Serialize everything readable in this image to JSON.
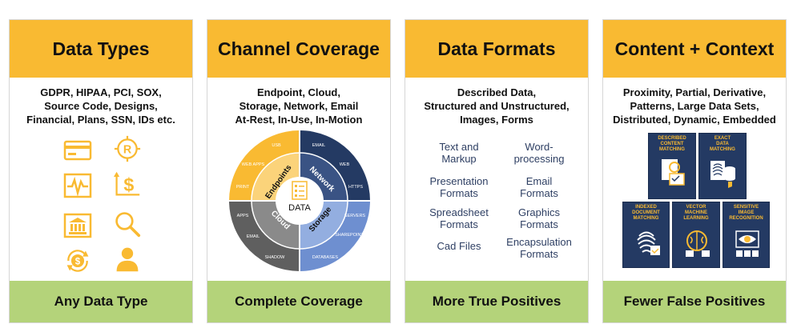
{
  "columns": [
    {
      "title": "Data Types",
      "description": [
        "GDPR, HIPAA, PCI, SOX,",
        "Source Code, Designs,",
        "Financial, Plans, SSN, IDs etc."
      ],
      "footer": "Any Data Type",
      "icons": [
        "credit-card-icon",
        "registered-target-icon",
        "heartbeat-monitor-icon",
        "dollar-growth-icon",
        "bank-icon",
        "magnifier-icon",
        "dollar-cycle-icon",
        "person-icon"
      ]
    },
    {
      "title": "Channel Coverage",
      "description": [
        "Endpoint, Cloud,",
        "Storage, Network, Email",
        "At-Rest, In-Use, In-Motion"
      ],
      "footer": "Complete Coverage",
      "wheel": {
        "center": "DATA",
        "quadrants": [
          {
            "name": "Endpoints",
            "items": [
              "USB",
              "WEB APPS",
              "PRINT"
            ]
          },
          {
            "name": "Network",
            "items": [
              "EMAIL",
              "WEB",
              "HTTPS"
            ]
          },
          {
            "name": "Cloud",
            "items": [
              "APPS",
              "EMAIL",
              "SHADOW"
            ]
          },
          {
            "name": "Storage",
            "items": [
              "SERVERS",
              "SHAREPOINT",
              "DATABASES"
            ]
          }
        ]
      }
    },
    {
      "title": "Data Formats",
      "description": [
        "Described Data,",
        "Structured and Unstructured,",
        "Images, Forms"
      ],
      "footer": "More True Positives",
      "formats_left": [
        [
          "Text and",
          "Markup"
        ],
        [
          "Presentation",
          "Formats"
        ],
        [
          "Spreadsheet",
          "Formats"
        ],
        [
          "Cad Files"
        ]
      ],
      "formats_right": [
        [
          "Word-",
          "processing"
        ],
        [
          "Email",
          "Formats"
        ],
        [
          "Graphics",
          "Formats"
        ],
        [
          "Encapsulation",
          "Formats"
        ]
      ]
    },
    {
      "title": "Content + Context",
      "description": [
        "Proximity, Partial, Derivative,",
        "Patterns, Large Data Sets,",
        "Distributed, Dynamic, Embedded"
      ],
      "footer": "Fewer False Positives",
      "cards": [
        [
          "DESCRIBED",
          "CONTENT",
          "MATCHING"
        ],
        [
          "EXACT",
          "DATA",
          "MATCHING"
        ],
        [
          "INDEXED",
          "DOCUMENT",
          "MATCHING"
        ],
        [
          "VECTOR",
          "MACHINE",
          "LEARNING"
        ],
        [
          "SENSITIVE",
          "IMAGE",
          "RECOGNITION"
        ]
      ]
    }
  ],
  "colors": {
    "header": "#F9BA32",
    "footer": "#B4D37A",
    "navy": "#243A63",
    "gold": "#F9BA32",
    "gray": "#5F5F5F",
    "blue": "#6E8FD0"
  }
}
